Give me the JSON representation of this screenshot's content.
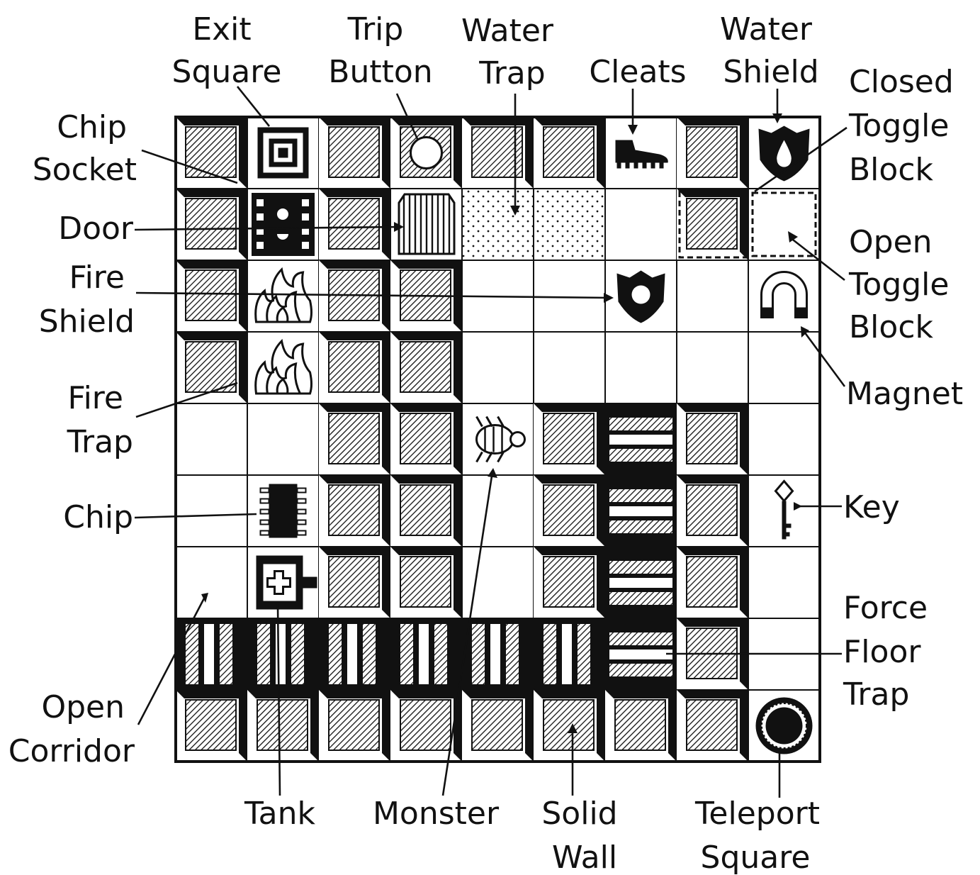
{
  "labels": {
    "exit_square": [
      "Exit",
      "Square"
    ],
    "trip_button": [
      "Trip",
      "Button"
    ],
    "water_trap": [
      "Water",
      "Trap"
    ],
    "cleats": [
      "Cleats"
    ],
    "water_shield": [
      "Water",
      "Shield"
    ],
    "closed_toggle_block": [
      "Closed",
      "Toggle",
      "Block"
    ],
    "chip_socket": [
      "Chip",
      "Socket"
    ],
    "door": [
      "Door"
    ],
    "fire_shield": [
      "Fire",
      "Shield"
    ],
    "open_toggle_block": [
      "Open",
      "Toggle",
      "Block"
    ],
    "magnet": [
      "Magnet"
    ],
    "fire_trap": [
      "Fire",
      "Trap"
    ],
    "chip": [
      "Chip"
    ],
    "key": [
      "Key"
    ],
    "force_floor_trap": [
      "Force",
      "Floor",
      "Trap"
    ],
    "open_corridor": [
      "Open",
      "Corridor"
    ],
    "tank": [
      "Tank"
    ],
    "monster": [
      "Monster"
    ],
    "solid_wall": [
      "Solid",
      "Wall"
    ],
    "teleport_square": [
      "Teleport",
      "Square"
    ]
  },
  "grid": {
    "legend": {
      "W": "solid-wall",
      ".": "open-floor",
      "X": "exit-square",
      "B": "trip-button",
      "A": "water-trap",
      "C": "cleats",
      "S": "water-shield",
      "T": "closed-toggle-block",
      "O": "open-toggle-block",
      "K": "chip-socket",
      "D": "door",
      "F": "fire-trap",
      "H": "fire-shield",
      "M": "magnet",
      "G": "monster",
      "E": "force-floor-horizontal",
      "V": "force-floor-vertical",
      "Y": "key",
      "P": "chip",
      "N": "tank",
      "R": "teleport-square"
    },
    "rows": [
      [
        "W",
        "X",
        "W",
        "B",
        "W",
        "W",
        "C",
        "W",
        "S"
      ],
      [
        "W",
        "K",
        "W",
        "D",
        "A",
        "A",
        ".",
        "T",
        "O"
      ],
      [
        "W",
        "F",
        "W",
        "W",
        ".",
        ".",
        "H",
        ".",
        "M"
      ],
      [
        "W",
        "F",
        "W",
        "W",
        ".",
        ".",
        ".",
        ".",
        "."
      ],
      [
        ".",
        ".",
        "W",
        "W",
        "G",
        "W",
        "E",
        "W",
        "."
      ],
      [
        ".",
        "P",
        "W",
        "W",
        ".",
        "W",
        "E",
        "W",
        "Y"
      ],
      [
        ".",
        "N",
        "W",
        "W",
        ".",
        "W",
        "E",
        "W",
        "."
      ],
      [
        "V",
        "V",
        "V",
        "V",
        "V",
        "V",
        "E",
        "W",
        "."
      ],
      [
        "W",
        "W",
        "W",
        "W",
        "W",
        "W",
        "W",
        "W",
        "R"
      ]
    ]
  }
}
